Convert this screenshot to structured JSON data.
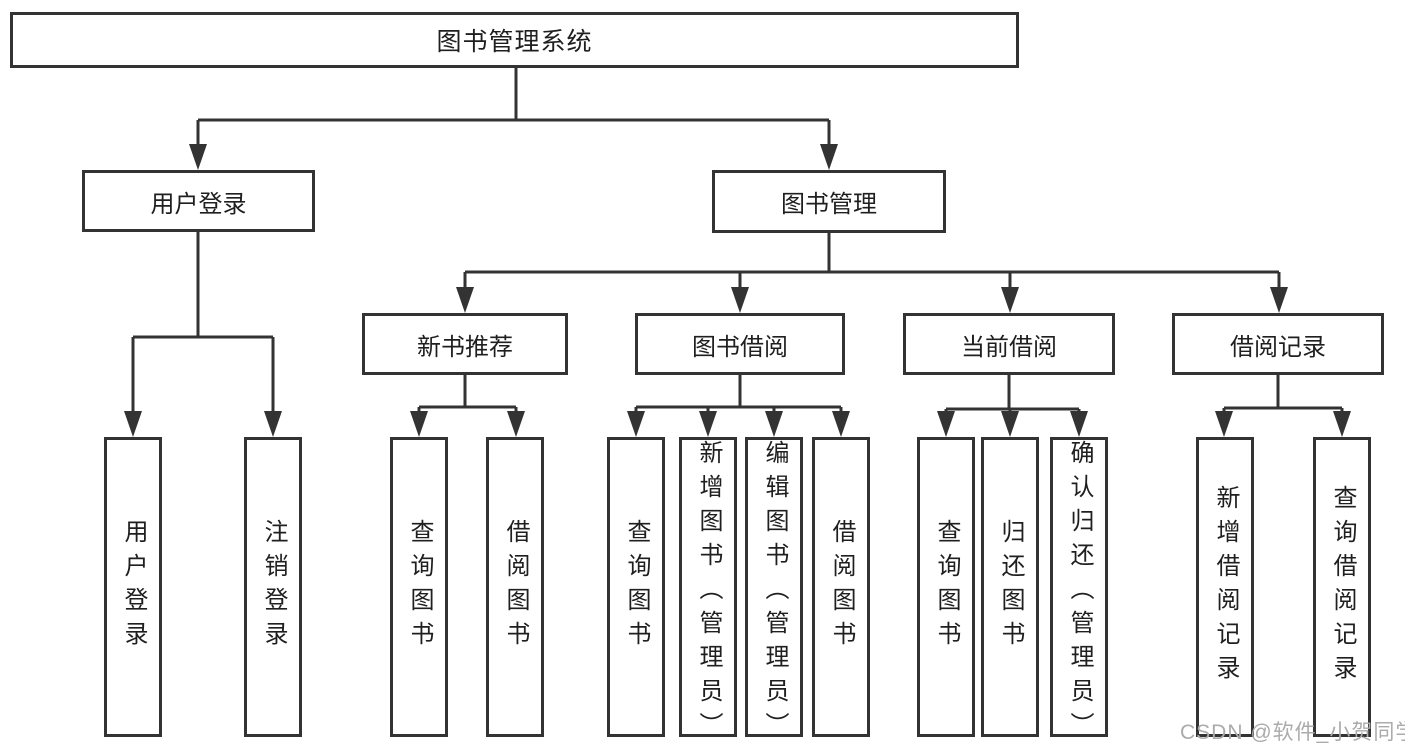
{
  "tree": {
    "root": {
      "label": "图书管理系统",
      "children": [
        {
          "label": "用户登录",
          "children": [
            {
              "label": "用户登录"
            },
            {
              "label": "注销登录"
            }
          ]
        },
        {
          "label": "图书管理",
          "children": [
            {
              "label": "新书推荐",
              "children": [
                {
                  "label": "查询图书"
                },
                {
                  "label": "借阅图书"
                }
              ]
            },
            {
              "label": "图书借阅",
              "children": [
                {
                  "label": "查询图书"
                },
                {
                  "label": "新增图书（管理员）"
                },
                {
                  "label": "编辑图书（管理员）"
                },
                {
                  "label": "借阅图书"
                }
              ]
            },
            {
              "label": "当前借阅",
              "children": [
                {
                  "label": "查询图书"
                },
                {
                  "label": "归还图书"
                },
                {
                  "label": "确认归还（管理员）"
                }
              ]
            },
            {
              "label": "借阅记录",
              "children": [
                {
                  "label": "新增借阅记录"
                },
                {
                  "label": "查询借阅记录"
                }
              ]
            }
          ]
        }
      ]
    }
  },
  "watermark": "CSDN @软件_小贺同学",
  "colors": {
    "line": "#333333",
    "node_text": "#1f1f1f",
    "watermark": "#ababab",
    "background": "#ffffff"
  }
}
